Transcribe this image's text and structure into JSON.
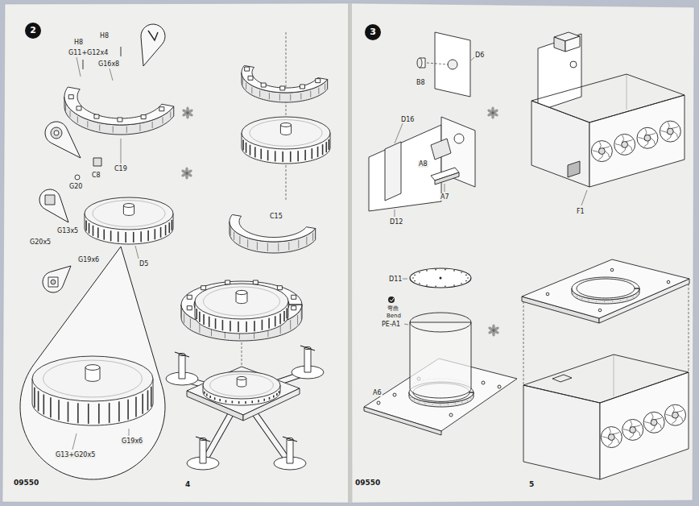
{
  "diagram": {
    "nodes": [
      {
        "text": [
          "2"
        ]
      },
      {
        "text": [
          "3"
        ]
      }
    ],
    "labels": [
      "H8",
      "H8",
      "G11+G12x4",
      "G16x8",
      "C19",
      "G20",
      "C8",
      "G13x5",
      "G20x5",
      "G19x6",
      "D5",
      "G13+G20x5",
      "G19x6",
      "C15",
      "09550",
      "4",
      "D6",
      "B8",
      "D16",
      "A8",
      "A7",
      "D12",
      "F1",
      "D11",
      "弯曲",
      "Bend",
      "PE-A1",
      "A6",
      "09550",
      "5"
    ]
  }
}
